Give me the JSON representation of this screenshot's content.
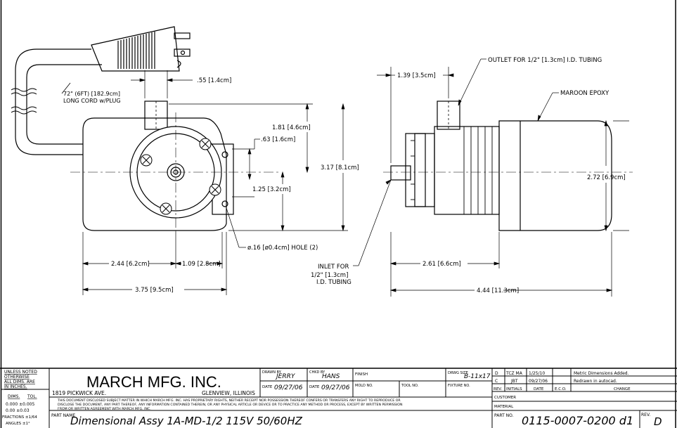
{
  "plug_cord": {
    "label_line1": "72\" (6FT) [182.9cm]",
    "label_line2": "LONG CORD w/PLUG"
  },
  "front_view": {
    "dim_top": ".55 [1.4cm]",
    "dim_height_upper": "1.81 [4.6cm]",
    "dim_hole_spacing": ".63 [1.6cm]",
    "dim_overall_height": "3.17 [8.1cm]",
    "dim_center_offset": "1.25 [3.2cm]",
    "dim_hole_label": "ø.16 [ø0.4cm] HOLE (2)",
    "dim_width_left": "2.44 [6.2cm]",
    "dim_width_mid": "1.09 [2.8cm]",
    "dim_overall_width": "3.75 [9.5cm]"
  },
  "side_view": {
    "dim_outlet_offset": "1.39 [3.5cm]",
    "outlet_label": "OUTLET FOR 1/2\" [1.3cm] I.D. TUBING",
    "epoxy_label": "MAROON EPOXY",
    "dim_body_height": "2.72 [6.9cm]",
    "inlet_line1": "INLET FOR",
    "inlet_line2": "1/2\" [1.3cm]",
    "inlet_line3": "I.D. TUBING",
    "dim_body_length": "2.61 [6.6cm]",
    "dim_overall_length": "4.44 [11.3cm]"
  },
  "title_block": {
    "notes_line1": "UNLESS NOTED",
    "notes_line2": "OTHERWISE",
    "notes_line3": "ALL DIMS. ARE",
    "notes_line4": "IN INCHES.",
    "tol_dims": "DIMS.",
    "tol_tol": "TOL.",
    "tol_r1": "0.000   ±0.005",
    "tol_r2": "0.00    ±0.03",
    "tol_r3": "FRACTIONS ±1/64",
    "tol_r4": "ANGLES  ±1°",
    "company": "MARCH MFG. INC.",
    "address": "1819 PICKWICK AVE.",
    "city": "GLENVIEW, ILLINOIS",
    "disclaimer_1": "THIS DOCUMENT DISCLOSED SUBJECT MATTER IN WHICH MARCH MFG. INC. HAS PROPRIETARY RIGHTS, NEITHER RECEIPT NOR POSSESSION THEREOF CONFERS OR TRANSFERS ANY RIGHT TO REPRODUCE OR",
    "disclaimer_2": "DISCLOSE THE DOCUMENT, ANY PART THEREOF, ANY INFORMATION CONTAINED THEREIN, OR ANY PHYSICAL ARTICLE OR DEVICE OR TO PRACTICE ANY METHOD OR PROCESS, EXCEPT BY WRITTEN PERMISSION",
    "disclaimer_3": "FROM OR WRITTEN AGREEMENT WITH MARCH MFG. INC.",
    "drawn_by_label": "DRAWN BY",
    "drawn_by": "JERRY",
    "chkd_by_label": "CHKD BY",
    "chkd_by": "HANS",
    "finish_label": "FINISH",
    "dwg_size_label": "DRWG SIZE",
    "dwg_size": "B-11x17",
    "date_label": "DATE",
    "date_drawn": "09/27/06",
    "date_chkd": "09/27/06",
    "mold_label": "MOLD NO.",
    "tool_label": "TOOL NO.",
    "fixture_label": "FIXTURE NO.",
    "part_name_label": "PART NAME",
    "part_name": "Dimensional Assy 1A-MD-1/2 115V 50/60HZ",
    "customer_label": "CUSTOMER",
    "material_label": "MATERIAL",
    "part_no_label": "PART NO.",
    "part_no": "0115-0007-0200 d1",
    "rev_label": "REV.",
    "rev": "D",
    "rev_headers": [
      "REV.",
      "INITIALS",
      "DATE",
      "E.C.O.",
      "CHANGE"
    ],
    "revisions": [
      {
        "rev": "D",
        "initials": "TCZ MA",
        "date": "1/25/10",
        "eco": "",
        "change": "Metric Dimensions Added."
      },
      {
        "rev": "C",
        "initials": "JBT",
        "date": "09/27/06",
        "eco": "",
        "change": "Redrawn in autocad."
      }
    ]
  }
}
